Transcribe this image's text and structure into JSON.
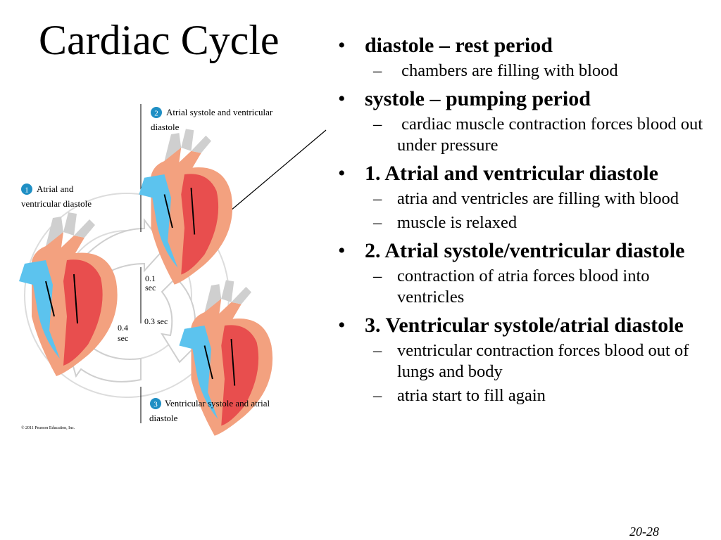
{
  "title": "Cardiac Cycle",
  "diagram": {
    "stage1": {
      "number": "1",
      "line1": "Atrial and",
      "line2": "ventricular diastole"
    },
    "stage2": {
      "number": "2",
      "line1": "Atrial systole and ventricular",
      "line2": "diastole"
    },
    "stage3": {
      "number": "3",
      "line1": "Ventricular systole and atrial",
      "line2": "diastole"
    },
    "duration_a1": "0.1",
    "duration_a2": "sec",
    "duration_b": "0.3 sec",
    "duration_c1": "0.4",
    "duration_c2": "sec",
    "copyright": "© 2011 Pearson Education, Inc.",
    "colors": {
      "badge": "#1f8fc4",
      "oxygen_poor": "#5cc3ee",
      "oxygen_rich": "#e84e4e",
      "muscle": "#f3a17f",
      "vessel": "#cfcfcf"
    }
  },
  "bullets": [
    {
      "text": "diastole – rest period",
      "subs": [
        " chambers are filling with blood"
      ]
    },
    {
      "text": "systole – pumping period",
      "subs": [
        " cardiac muscle contraction forces blood out under pressure"
      ]
    },
    {
      "text": "1. Atrial and ventricular diastole",
      "subs": [
        "atria and ventricles are filling with blood",
        "muscle is relaxed"
      ]
    },
    {
      "text": "2. Atrial systole/ventricular diastole",
      "subs": [
        "contraction of atria forces blood into ventricles"
      ]
    },
    {
      "text": "3. Ventricular systole/atrial diastole",
      "subs": [
        "ventricular contraction forces blood out of lungs and body",
        "atria start to fill again"
      ]
    }
  ],
  "bullet_marker": "•",
  "sub_marker": "–",
  "slide_number": "20-28"
}
